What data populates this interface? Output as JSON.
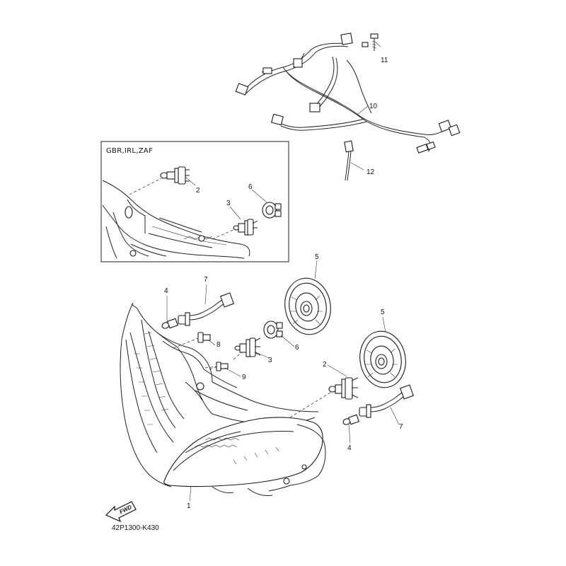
{
  "diagram": {
    "region_label": "GBR,IRL,ZAF",
    "drawing_code": "42P1300-K430",
    "fwd_label": "FWD",
    "callouts": [
      {
        "id": "c1",
        "text": "1"
      },
      {
        "id": "c2a",
        "text": "2"
      },
      {
        "id": "c2b",
        "text": "2"
      },
      {
        "id": "c3a",
        "text": "3"
      },
      {
        "id": "c3b",
        "text": "3"
      },
      {
        "id": "c4a",
        "text": "4"
      },
      {
        "id": "c4b",
        "text": "4"
      },
      {
        "id": "c5a",
        "text": "5"
      },
      {
        "id": "c5b",
        "text": "5"
      },
      {
        "id": "c6a",
        "text": "6"
      },
      {
        "id": "c6b",
        "text": "6"
      },
      {
        "id": "c7a",
        "text": "7"
      },
      {
        "id": "c7b",
        "text": "7"
      },
      {
        "id": "c8",
        "text": "8"
      },
      {
        "id": "c9",
        "text": "9"
      },
      {
        "id": "c10",
        "text": "10"
      },
      {
        "id": "c11",
        "text": "11"
      },
      {
        "id": "c12",
        "text": "12"
      }
    ]
  }
}
